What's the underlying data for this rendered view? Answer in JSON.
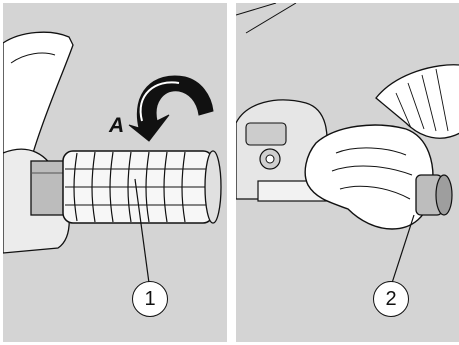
{
  "left_panel": {
    "arrow_label": "A",
    "callout": "1"
  },
  "right_panel": {
    "callout": "2"
  }
}
